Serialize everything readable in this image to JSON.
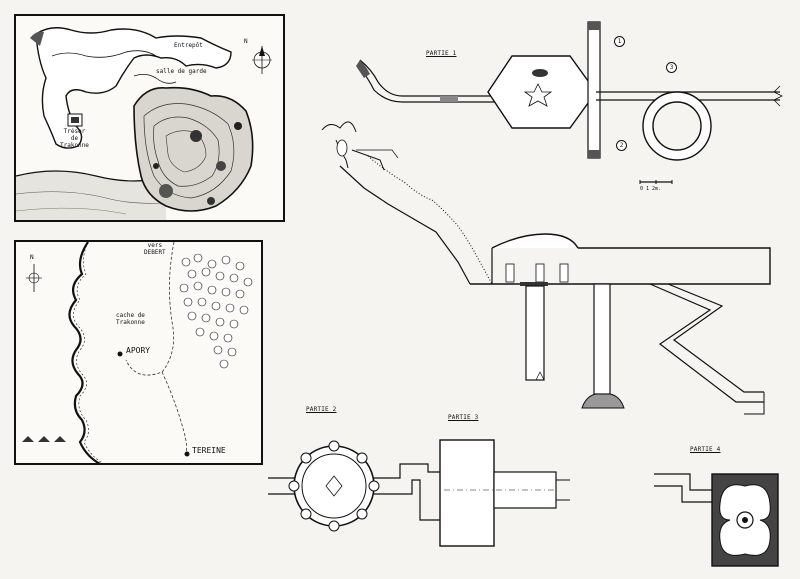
{
  "cave_map": {
    "labels": {
      "entrance": "Entrepôt",
      "guard_room": "salle de garde",
      "treasure": "Trésor\nde\nTrakonne"
    },
    "compass_letter": "N"
  },
  "region_map": {
    "labels": {
      "towards_debert": "vers\nDEBERT",
      "hideout": "cache de\nTrakonne",
      "apory": "APORY",
      "tereine": "TEREINE"
    },
    "compass_letter": "N"
  },
  "plans": {
    "partie_1": "PARTIE 1",
    "partie_2": "PARTIE 2",
    "partie_3": "PARTIE 3",
    "partie_4": "PARTIE 4",
    "marker_1": "1",
    "marker_2": "2",
    "marker_3": "3",
    "scale": "0 1 2m."
  }
}
